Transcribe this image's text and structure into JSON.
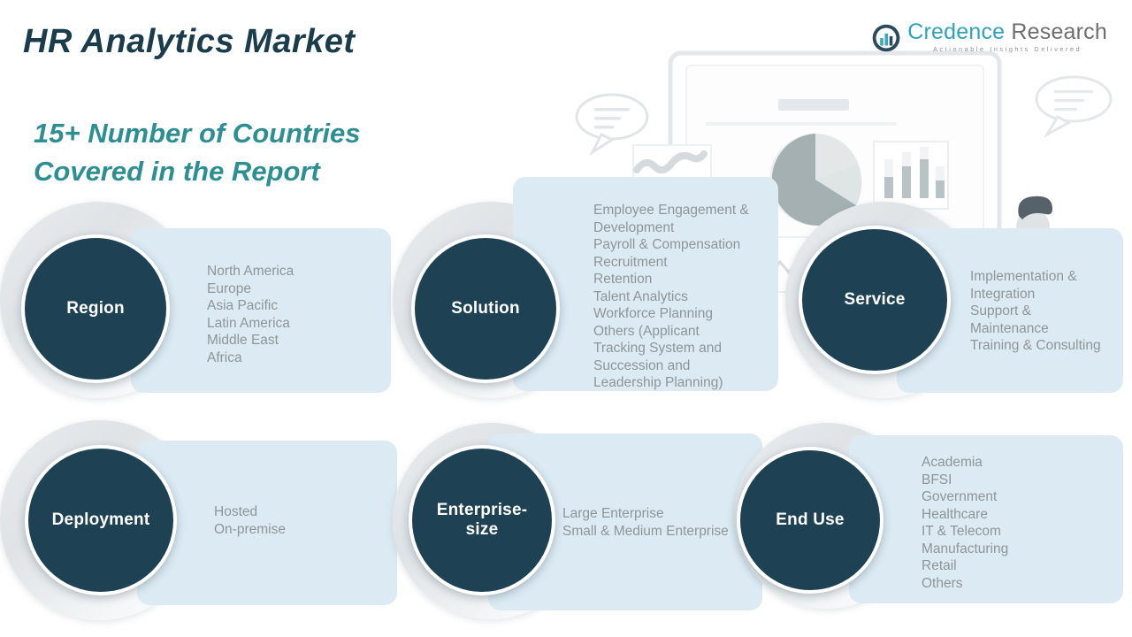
{
  "header": {
    "title": "HR Analytics Market",
    "subtitle": "15+ Number of Countries\nCovered in the Report",
    "title_color": "#1b3c4b",
    "subtitle_color": "#2d8f91"
  },
  "logo": {
    "brand_primary": "Credence",
    "brand_secondary": " Research",
    "tagline": "Actionable Insights Delivered",
    "mark_name": "credence-bar-chart-circle-logo",
    "primary_color": "#2fa3b8",
    "secondary_color": "#6d6e71"
  },
  "theme": {
    "circle_fill": "#1e4254",
    "panel_fill": "#dcebf3",
    "panel_text": "#8e9599",
    "ring_fill": "#e6eaec"
  },
  "segments": [
    {
      "id": "region",
      "label": "Region",
      "items": [
        "North America",
        "Europe",
        "Asia Pacific",
        "Latin America",
        "Middle East",
        "Africa"
      ]
    },
    {
      "id": "solution",
      "label": "Solution",
      "items": [
        "Employee Engagement &",
        "Development",
        "Payroll & Compensation",
        "Recruitment",
        "Retention",
        "Talent Analytics",
        "Workforce Planning",
        "Others (Applicant",
        "Tracking System and",
        "Succession and",
        "Leadership Planning)"
      ]
    },
    {
      "id": "service",
      "label": "Service",
      "items": [
        "Implementation &",
        "Integration",
        "Support &",
        "Maintenance",
        "Training & Consulting"
      ]
    },
    {
      "id": "deployment",
      "label": "Deployment",
      "items": [
        "Hosted",
        "On-premise"
      ]
    },
    {
      "id": "enterprise-size",
      "label": "Enterprise-\nsize",
      "items": [
        "Large Enterprise",
        "Small & Medium Enterprise"
      ]
    },
    {
      "id": "end-use",
      "label": "End Use",
      "items": [
        "Academia",
        "BFSI",
        "Government",
        "Healthcare",
        "IT & Telecom",
        "Manufacturing",
        "Retail",
        "Others"
      ]
    }
  ],
  "illustration": {
    "name": "business-analytics-presentation-illustration",
    "elements": [
      "whiteboard-screen",
      "pie-chart",
      "bar-chart",
      "line-chart",
      "presenter-person-left",
      "observer-person-right",
      "speech-bubble-left",
      "speech-bubble-right"
    ]
  }
}
